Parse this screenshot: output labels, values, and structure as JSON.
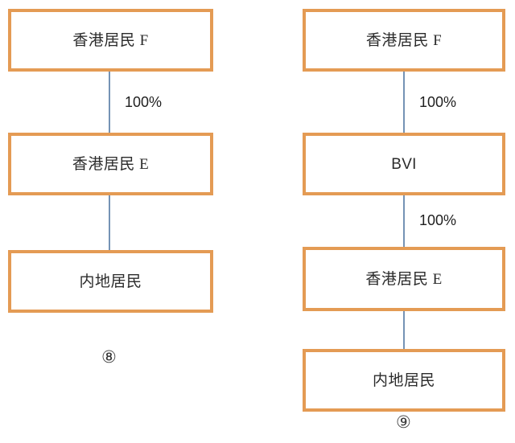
{
  "diagram": {
    "type": "org-shareholding-structure",
    "background_color": "#ffffff",
    "box_border_color": "#e49b54",
    "connector_color": "#7593b5",
    "text_color": "#2b2b2b",
    "figures": [
      {
        "id": "figure-7",
        "caption": "⑧",
        "nodes": [
          {
            "id": "left-node-1",
            "label": "香港居民 F"
          },
          {
            "id": "left-node-2",
            "label": "香港居民 E"
          },
          {
            "id": "left-node-3",
            "label": "内地居民"
          }
        ],
        "edges": [
          {
            "id": "left-edge-1",
            "from": "left-node-1",
            "to": "left-node-2",
            "label": "100%"
          },
          {
            "id": "left-edge-2",
            "from": "left-node-2",
            "to": "left-node-3",
            "label": ""
          }
        ]
      },
      {
        "id": "figure-8",
        "caption": "⑨",
        "nodes": [
          {
            "id": "right-node-1",
            "label": "香港居民 F"
          },
          {
            "id": "right-node-2",
            "label": "BVI"
          },
          {
            "id": "right-node-3",
            "label": "香港居民 E"
          },
          {
            "id": "right-node-4",
            "label": "内地居民"
          }
        ],
        "edges": [
          {
            "id": "right-edge-1",
            "from": "right-node-1",
            "to": "right-node-2",
            "label": "100%"
          },
          {
            "id": "right-edge-2",
            "from": "right-node-2",
            "to": "right-node-3",
            "label": "100%"
          },
          {
            "id": "right-edge-3",
            "from": "right-node-3",
            "to": "right-node-4",
            "label": ""
          }
        ]
      }
    ]
  }
}
